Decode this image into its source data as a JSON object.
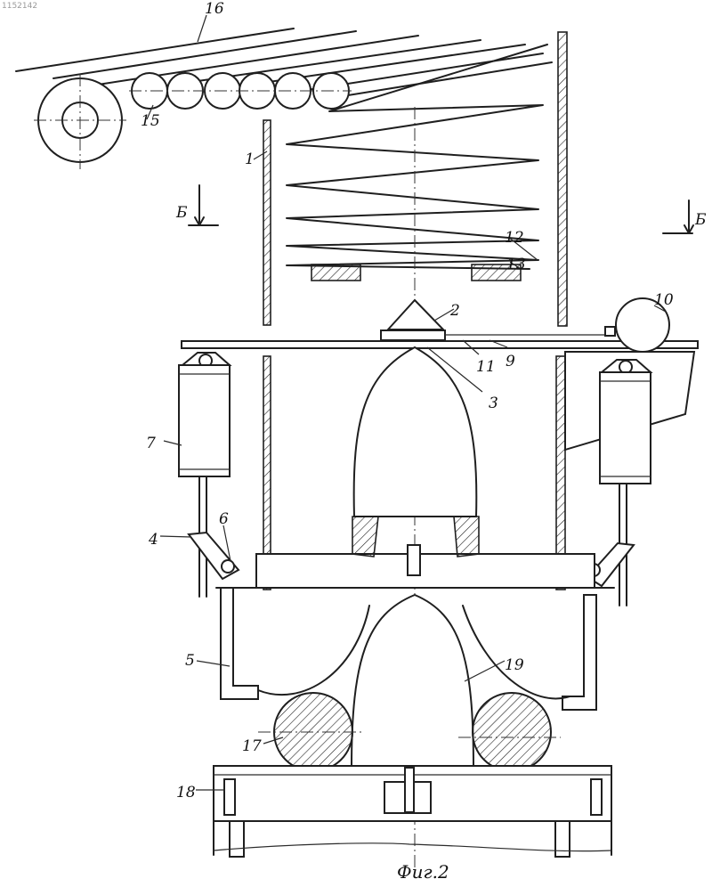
{
  "sheet_id": "1152142",
  "labels": [
    "1",
    "2",
    "3",
    "4",
    "5",
    "6",
    "7",
    "9",
    "10",
    "11",
    "12",
    "13",
    "15",
    "16",
    "17",
    "18",
    "19"
  ],
  "section_mark": "Б",
  "caption": "Фиг.2"
}
